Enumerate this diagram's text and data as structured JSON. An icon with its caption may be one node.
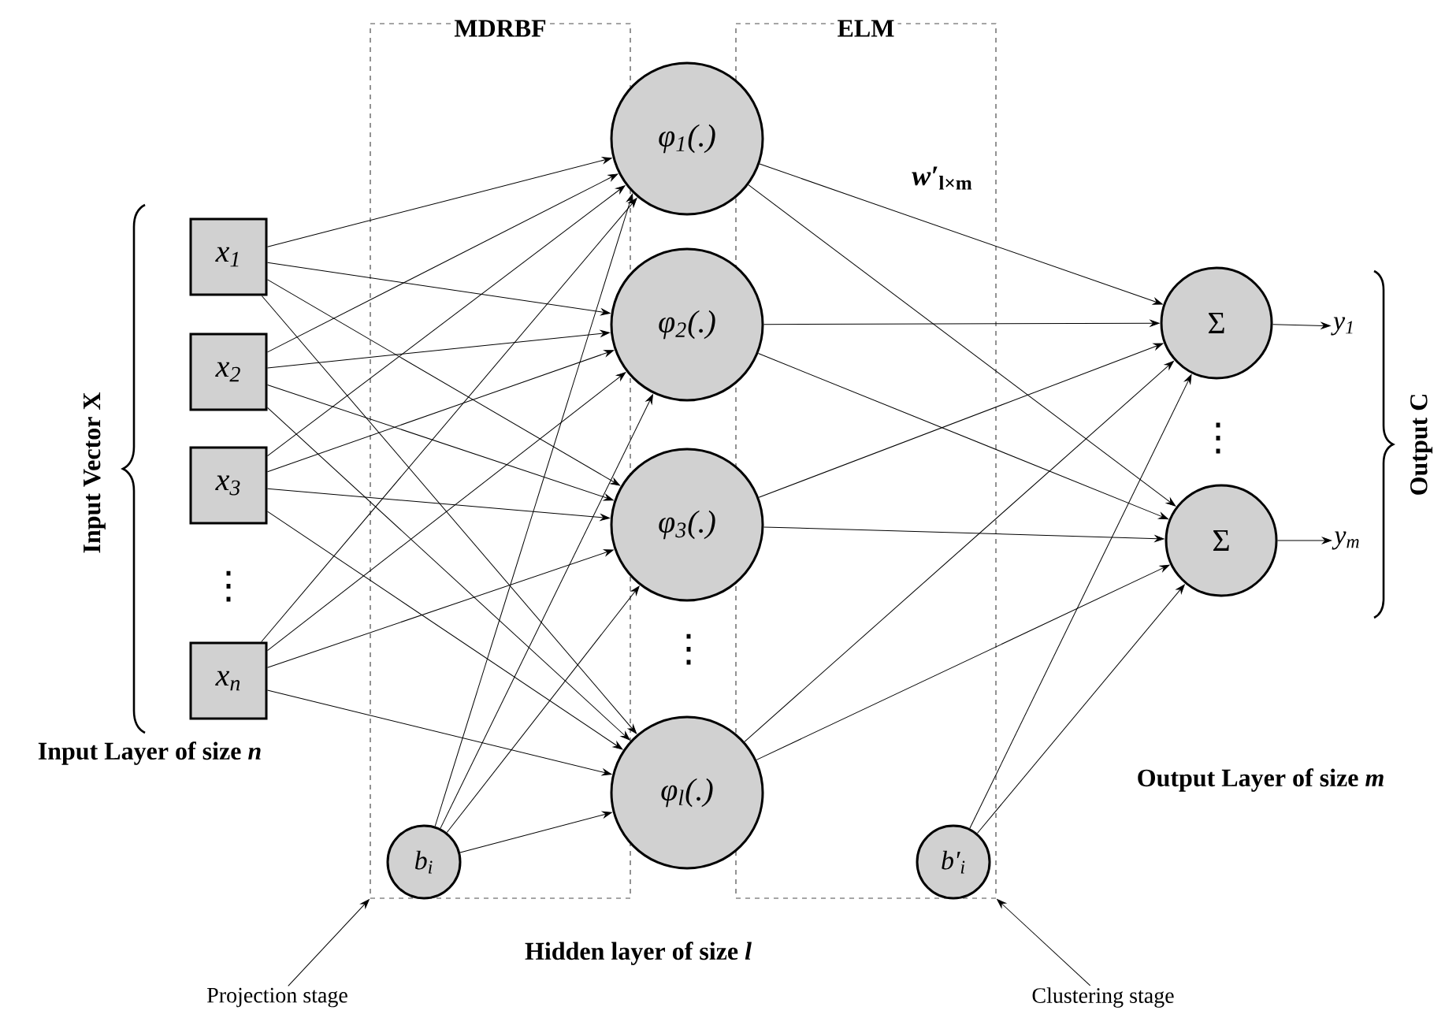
{
  "diagram": {
    "nodes": [
      {
        "text": [
          "MDRBF"
        ]
      },
      {
        "text": [
          "ELM"
        ]
      },
      {
        "text": [
          "x$_{1}$"
        ]
      },
      {
        "text": [
          "x$_{2}$"
        ]
      },
      {
        "text": [
          "x$_{3}$"
        ]
      },
      {
        "text": [
          "x$_{n}$"
        ]
      },
      {
        "text": [
          "b$_{i}$"
        ],
        "in": 0
      },
      {
        "text": [
          "φ$_{1}$(.)"
        ]
      },
      {
        "text": [
          "φ$_{2}$(.)"
        ]
      },
      {
        "text": [
          "φ$_{3}$(.)"
        ]
      },
      {
        "text": [
          "φ$_{l}$(.)"
        ]
      },
      {
        "text": [
          "b′$_{i}$"
        ],
        "in": 1
      },
      {
        "text": [
          "Σ"
        ]
      },
      {
        "text": [
          "Σ"
        ]
      },
      {
        "text": [
          "y$_{1}$"
        ]
      },
      {
        "text": [
          "y$_{m}$"
        ]
      },
      {
        "text": [
          "Projection stage"
        ]
      },
      {
        "text": [
          "Clustering stage"
        ]
      }
    ],
    "edges": [
      {
        "from": 2,
        "to": 7,
        "arrow": "to"
      },
      {
        "from": 2,
        "to": 8,
        "arrow": "to"
      },
      {
        "from": 2,
        "to": 9,
        "arrow": "to"
      },
      {
        "from": 2,
        "to": 10,
        "arrow": "to"
      },
      {
        "from": 3,
        "to": 7,
        "arrow": "to"
      },
      {
        "from": 3,
        "to": 8,
        "arrow": "to"
      },
      {
        "from": 3,
        "to": 9,
        "arrow": "to"
      },
      {
        "from": 3,
        "to": 10,
        "arrow": "to"
      },
      {
        "from": 4,
        "to": 7,
        "arrow": "to"
      },
      {
        "from": 4,
        "to": 8,
        "arrow": "to"
      },
      {
        "from": 4,
        "to": 9,
        "arrow": "to"
      },
      {
        "from": 4,
        "to": 10,
        "arrow": "to"
      },
      {
        "from": 5,
        "to": 7,
        "arrow": "to"
      },
      {
        "from": 5,
        "to": 8,
        "arrow": "to"
      },
      {
        "from": 5,
        "to": 9,
        "arrow": "to"
      },
      {
        "from": 5,
        "to": 10,
        "arrow": "to"
      },
      {
        "from": 6,
        "to": 7,
        "arrow": "to"
      },
      {
        "from": 6,
        "to": 8,
        "arrow": "to"
      },
      {
        "from": 6,
        "to": 9,
        "arrow": "to"
      },
      {
        "from": 6,
        "to": 10,
        "arrow": "to"
      },
      {
        "from": 7,
        "to": 12,
        "arrow": "to"
      },
      {
        "from": 7,
        "to": 13,
        "arrow": "to"
      },
      {
        "from": 8,
        "to": 12,
        "arrow": "to"
      },
      {
        "from": 8,
        "to": 13,
        "arrow": "to"
      },
      {
        "from": 9,
        "to": 12,
        "arrow": "to"
      },
      {
        "from": 9,
        "to": 13,
        "arrow": "to"
      },
      {
        "from": 10,
        "to": 12,
        "arrow": "to"
      },
      {
        "from": 10,
        "to": 13,
        "arrow": "to"
      },
      {
        "from": 11,
        "to": 12,
        "arrow": "to"
      },
      {
        "from": 11,
        "to": 13,
        "arrow": "to"
      },
      {
        "from": 12,
        "to": 14,
        "arrow": "to"
      },
      {
        "from": 13,
        "to": 15,
        "arrow": "to"
      },
      {
        "from": 16,
        "to": 0,
        "arrow": "to"
      },
      {
        "from": 17,
        "to": 1,
        "arrow": "to"
      }
    ],
    "labels": [
      "*w′*$_{l×m}$",
      "Input Vector  X",
      "⋮",
      "⋮",
      "⋮",
      "Output C",
      "Input Layer of size *n*",
      "Output Layer of size *m*",
      "Hidden layer of size *l*"
    ]
  }
}
